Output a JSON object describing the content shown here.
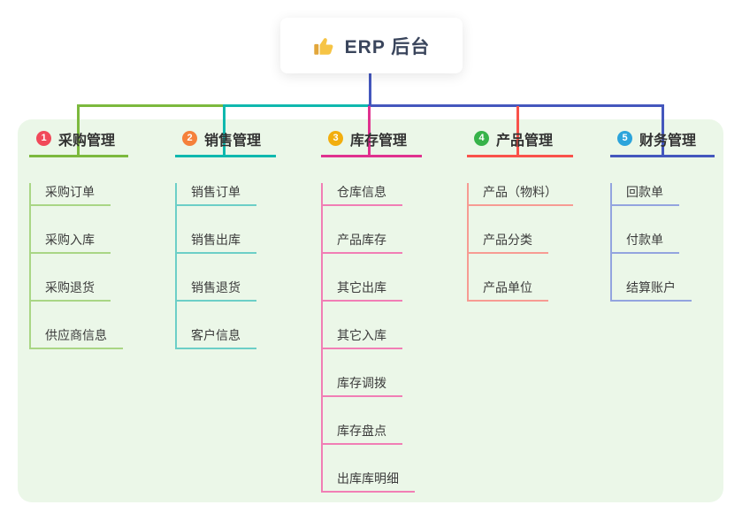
{
  "root": {
    "label": "ERP 后台",
    "icon": "thumbs-up-icon",
    "card_color": "#ffffff",
    "text_color": "#3A455C"
  },
  "panel_color": "#EBF7E8",
  "connector": {
    "root_line_color": "#4457BD"
  },
  "branches": [
    {
      "number": "1",
      "title": "采购管理",
      "badge_color": "#F1495A",
      "line_color": "#7CB93E",
      "child_line_color": "#A9D685",
      "children": [
        "采购订单",
        "采购入库",
        "采购退货",
        "供应商信息"
      ]
    },
    {
      "number": "2",
      "title": "销售管理",
      "badge_color": "#F5813B",
      "line_color": "#0FB8AE",
      "child_line_color": "#6CCFC7",
      "children": [
        "销售订单",
        "销售出库",
        "销售退货",
        "客户信息"
      ]
    },
    {
      "number": "3",
      "title": "库存管理",
      "badge_color": "#F2AE0E",
      "line_color": "#E0328F",
      "child_line_color": "#F17EB5",
      "children": [
        "仓库信息",
        "产品库存",
        "其它出库",
        "其它入库",
        "库存调拨",
        "库存盘点",
        "出库库明细"
      ]
    },
    {
      "number": "4",
      "title": "产品管理",
      "badge_color": "#37B34A",
      "line_color": "#F9524A",
      "child_line_color": "#F79B93",
      "children": [
        "产品（物料）",
        "产品分类",
        "产品单位"
      ]
    },
    {
      "number": "5",
      "title": "财务管理",
      "badge_color": "#2BA4DB",
      "line_color": "#4457BD",
      "child_line_color": "#93A4DF",
      "children": [
        "回款单",
        "付款单",
        "结算账户"
      ]
    }
  ]
}
